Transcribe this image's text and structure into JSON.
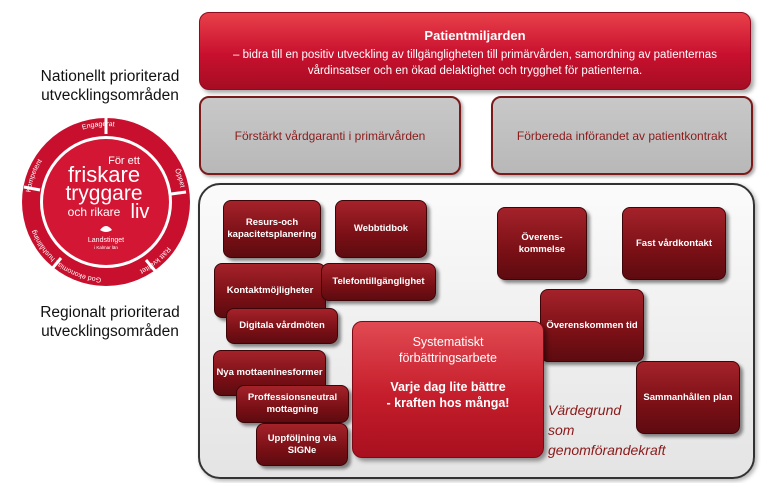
{
  "left": {
    "national_label": [
      "Nationellt prioriterad",
      "utvecklingsområden"
    ],
    "regional_label": [
      "Regionalt prioriterad",
      "utvecklingsområden"
    ]
  },
  "logo": {
    "top_small": "För ett",
    "word1": "friskare",
    "word2": "tryggare",
    "word3": "och rikare",
    "word4": "liv",
    "brand": "Landstinget",
    "brand_sub": "i Kalmar län",
    "ring_labels": [
      "Rätt kvalitet",
      "God ekonomisk hushållning",
      "Kompetent",
      "Engagerat",
      "Öppet"
    ]
  },
  "banner": {
    "title": "Patientmiljarden",
    "subtitle": "–  bidra till en positiv utveckling av tillgängligheten till primärvården, samordning av patienternas vårdinsatser och en ökad delaktighet och trygghet för patienterna."
  },
  "grey_boxes": {
    "left": "Förstärkt vårdgaranti i primärvården",
    "right": "Förbereda införandet av patientkontrakt"
  },
  "boxes": {
    "resurs": "Resurs-och kapacitetsplanering",
    "webbtidbok": "Webbtidbok",
    "kontakt": "Kontaktmöjligheter",
    "telefon": "Telefontillgänglighet",
    "digitala": "Digitala vårdmöten",
    "nya": "Nya mottaeninesformer",
    "proff": "Proffessionsneutral mottagning",
    "uppfoljning": "Uppföljning via SIGNe",
    "overenskommelse": "Överens-kommelse",
    "fast": "Fast vårdkontakt",
    "overenskommen_tid": "Överenskommen tid",
    "sammanhallen": "Sammanhållen plan"
  },
  "center": {
    "line1": "Systematiskt",
    "line2": "förbättringsarbete",
    "line3": "Varje dag lite bättre",
    "line4": "- kraften hos många!"
  },
  "values_text": [
    "Värdegrund",
    "som",
    "genomförandekraft"
  ],
  "colors": {
    "accent_red": "#c8102e",
    "dark_red": "#7a1016",
    "grey": "#bdbdbd"
  }
}
